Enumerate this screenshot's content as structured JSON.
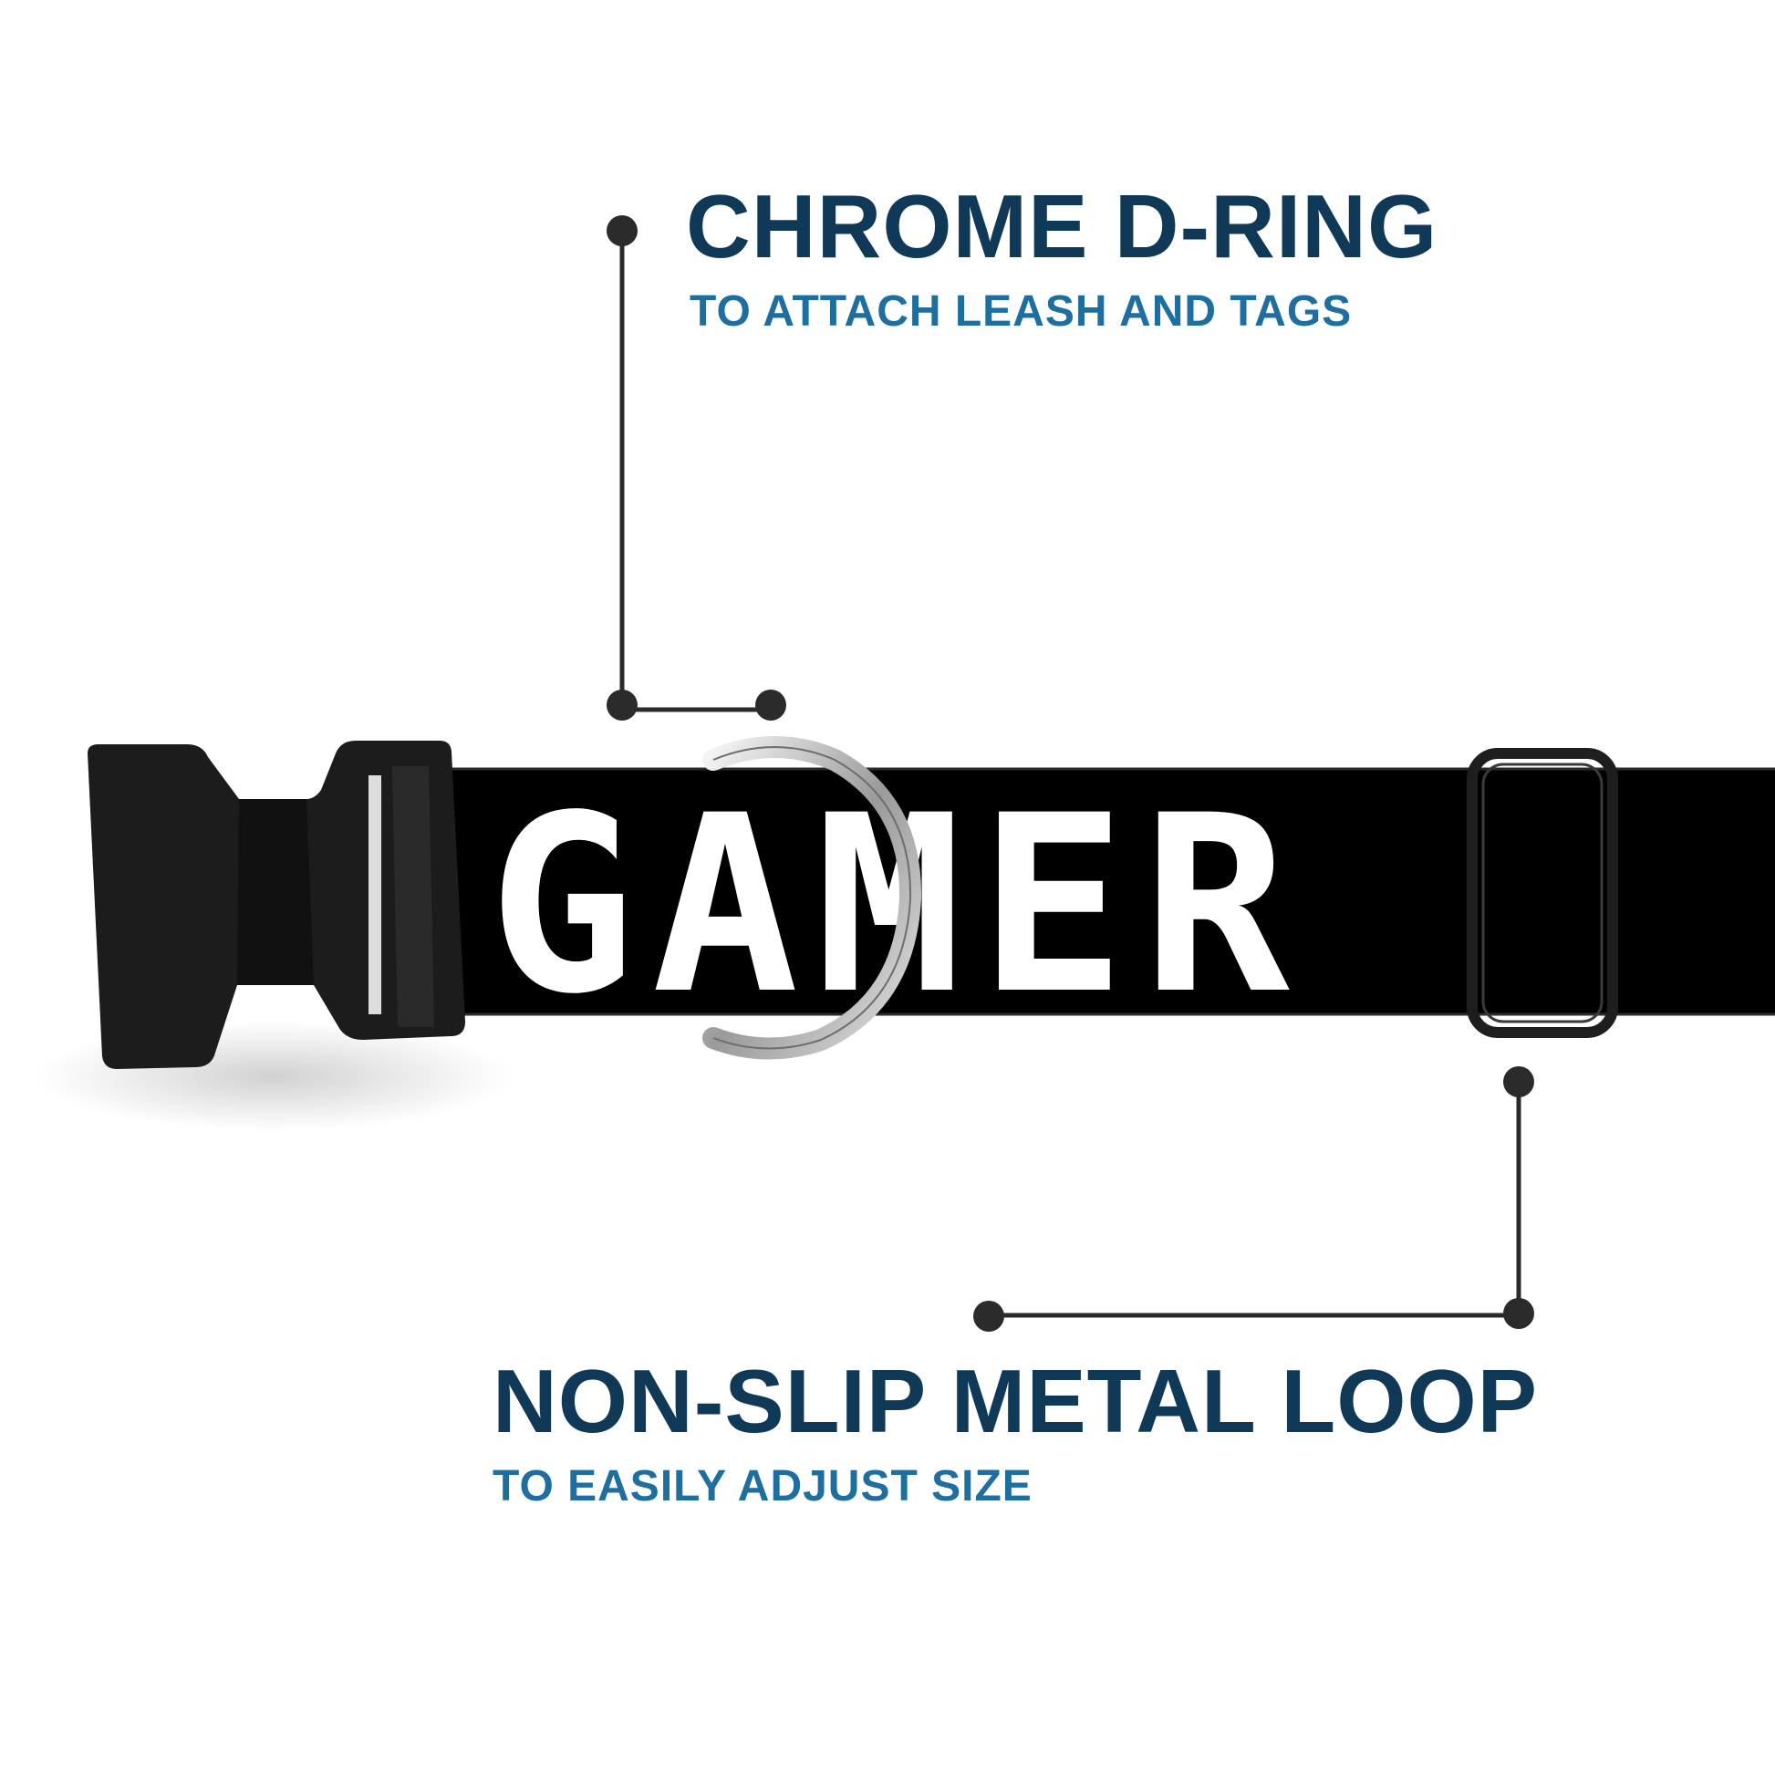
{
  "features": [
    {
      "id": "d-ring",
      "title": "CHROME D-RING",
      "subtitle": "TO ATTACH LEASH AND TAGS"
    },
    {
      "id": "loop",
      "title": "NON-SLIP METAL LOOP",
      "subtitle": "TO EASILY ADJUST SIZE"
    }
  ],
  "collar": {
    "print_text": "GAMER",
    "strap_color": "#000000",
    "print_color": "#ffffff",
    "buckle_color": "#1a1a1a"
  },
  "colors": {
    "headline": "#0f3957",
    "subline": "#1e6e9f",
    "callout": "#2b2b2b"
  }
}
